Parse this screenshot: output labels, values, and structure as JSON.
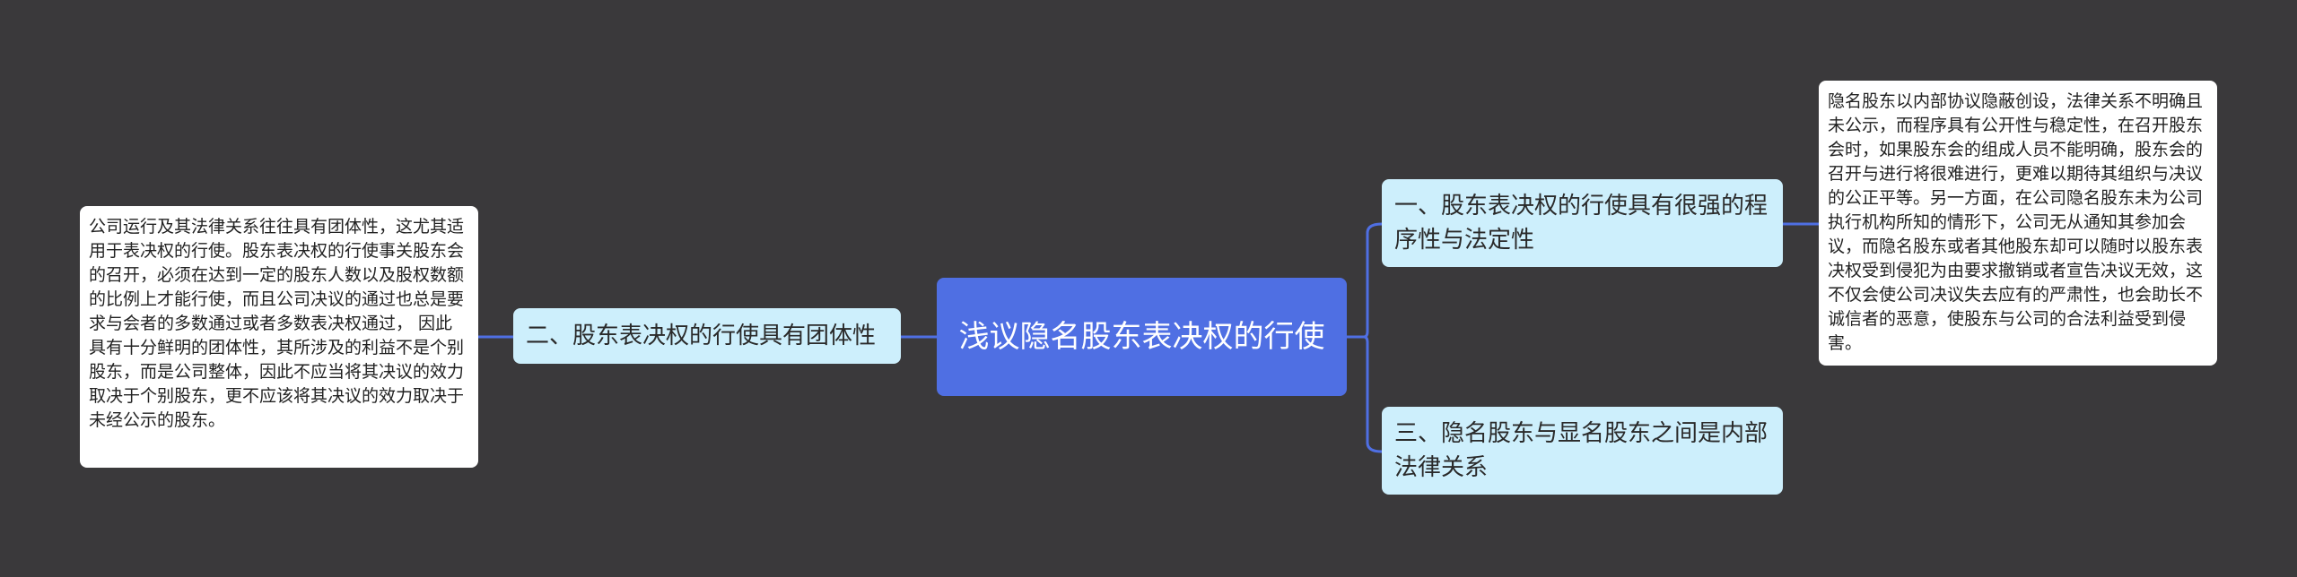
{
  "root": {
    "title": "浅议隐名股东表决权的行使"
  },
  "branches": [
    {
      "label": "一、股东表决权的行使具有很强的程序性与法定性",
      "detail": "隐名股东以内部协议隐蔽创设，法律关系不明确且未公示，而程序具有公开性与稳定性，在召开股东会时，如果股东会的组成人员不能明确，股东会的召开与进行将很难进行，更难以期待其组织与决议的公正平等。另一方面，在公司隐名股东未为公司执行机构所知的情形下，公司无从通知其参加会议，而隐名股东或者其他股东却可以随时以股东表决权受到侵犯为由要求撤销或者宣告决议无效，这不仅会使公司决议失去应有的严肃性，也会助长不诚信者的恶意，使股东与公司的合法利益受到侵害。"
    },
    {
      "label": "二、股东表决权的行使具有团体性",
      "detail": "公司运行及其法律关系往往具有团体性，这尤其适用于表决权的行使。股东表决权的行使事关股东会的召开，必须在达到一定的股东人数以及股权数额的比例上才能行使，而且公司决议的通过也总是要求与会者的多数通过或者多数表决权通过， 因此具有十分鲜明的团体性，其所涉及的利益不是个别股东，而是公司整体，因此不应当将其决议的效力取决于个别股东，更不应该将其决议的效力取决于未经公示的股东。"
    },
    {
      "label": "三、隐名股东与显名股东之间是内部法律关系"
    }
  ],
  "colors": {
    "background": "#3a393b",
    "root": "#4f6fe3",
    "branch": "#cdeffc",
    "leaf": "#ffffff",
    "connector": "#4f6fe3"
  }
}
